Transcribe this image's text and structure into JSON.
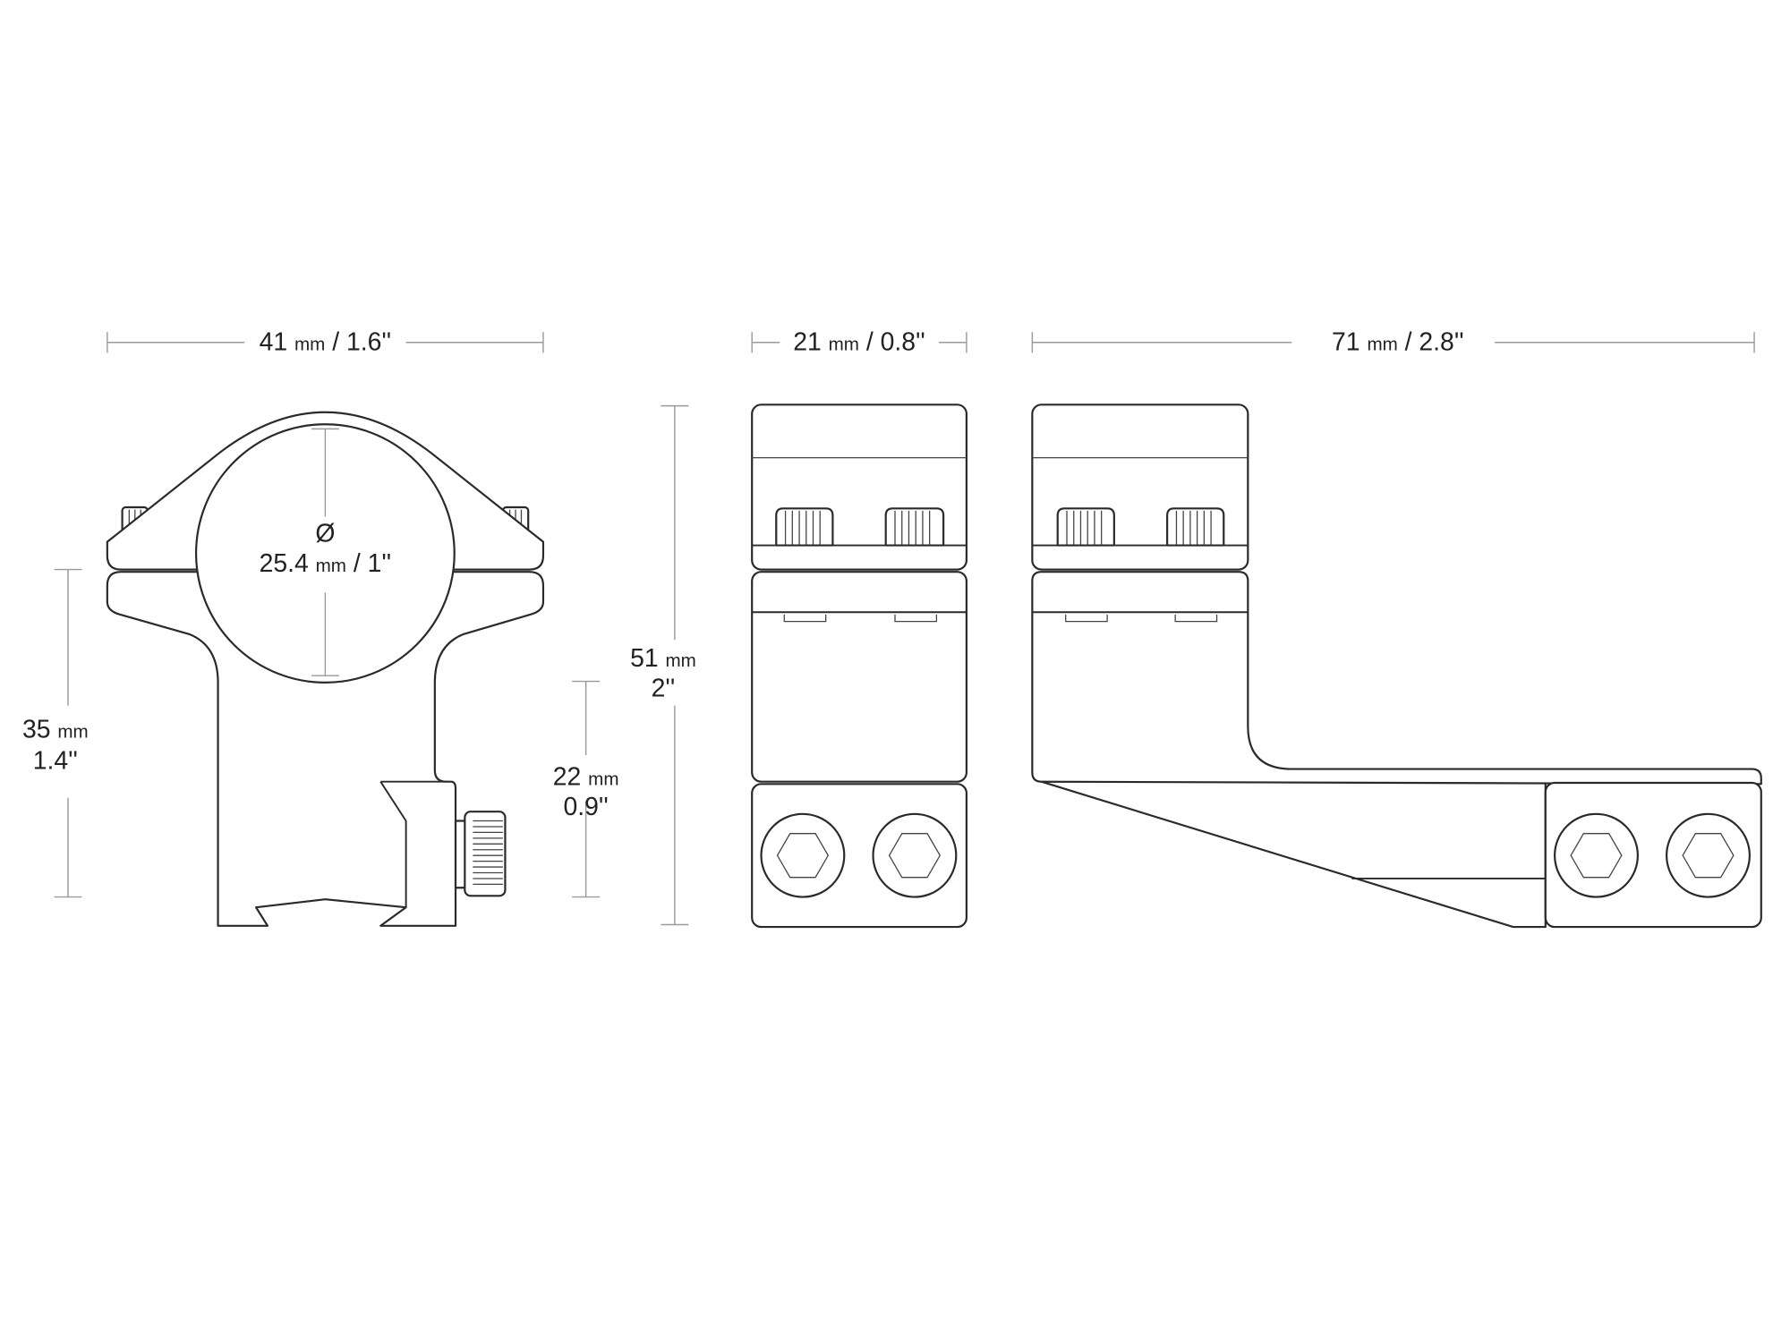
{
  "front_view": {
    "width_dim": {
      "value": "41",
      "unit": "mm",
      "imperial": "/ 1.6''"
    },
    "diameter_dim": {
      "symbol": "Ø",
      "value": "25.4",
      "unit": "mm",
      "imperial": "/ 1''"
    },
    "height_dim": {
      "value": "35",
      "unit": "mm",
      "imperial": "1.4''"
    },
    "rail_height_dim": {
      "value": "22",
      "unit": "mm",
      "imperial": "0.9''"
    }
  },
  "total_height_dim": {
    "value": "51",
    "unit": "mm",
    "imperial": "2''"
  },
  "side_view": {
    "width_dim": {
      "value": "21",
      "unit": "mm",
      "imperial": "/ 0.8''"
    }
  },
  "offset_view": {
    "length_dim": {
      "value": "71",
      "unit": "mm",
      "imperial": "/ 2.8''"
    }
  },
  "colors": {
    "outline": "#2a2a2a",
    "dimension_line": "#9a9a9a",
    "background": "#ffffff"
  }
}
